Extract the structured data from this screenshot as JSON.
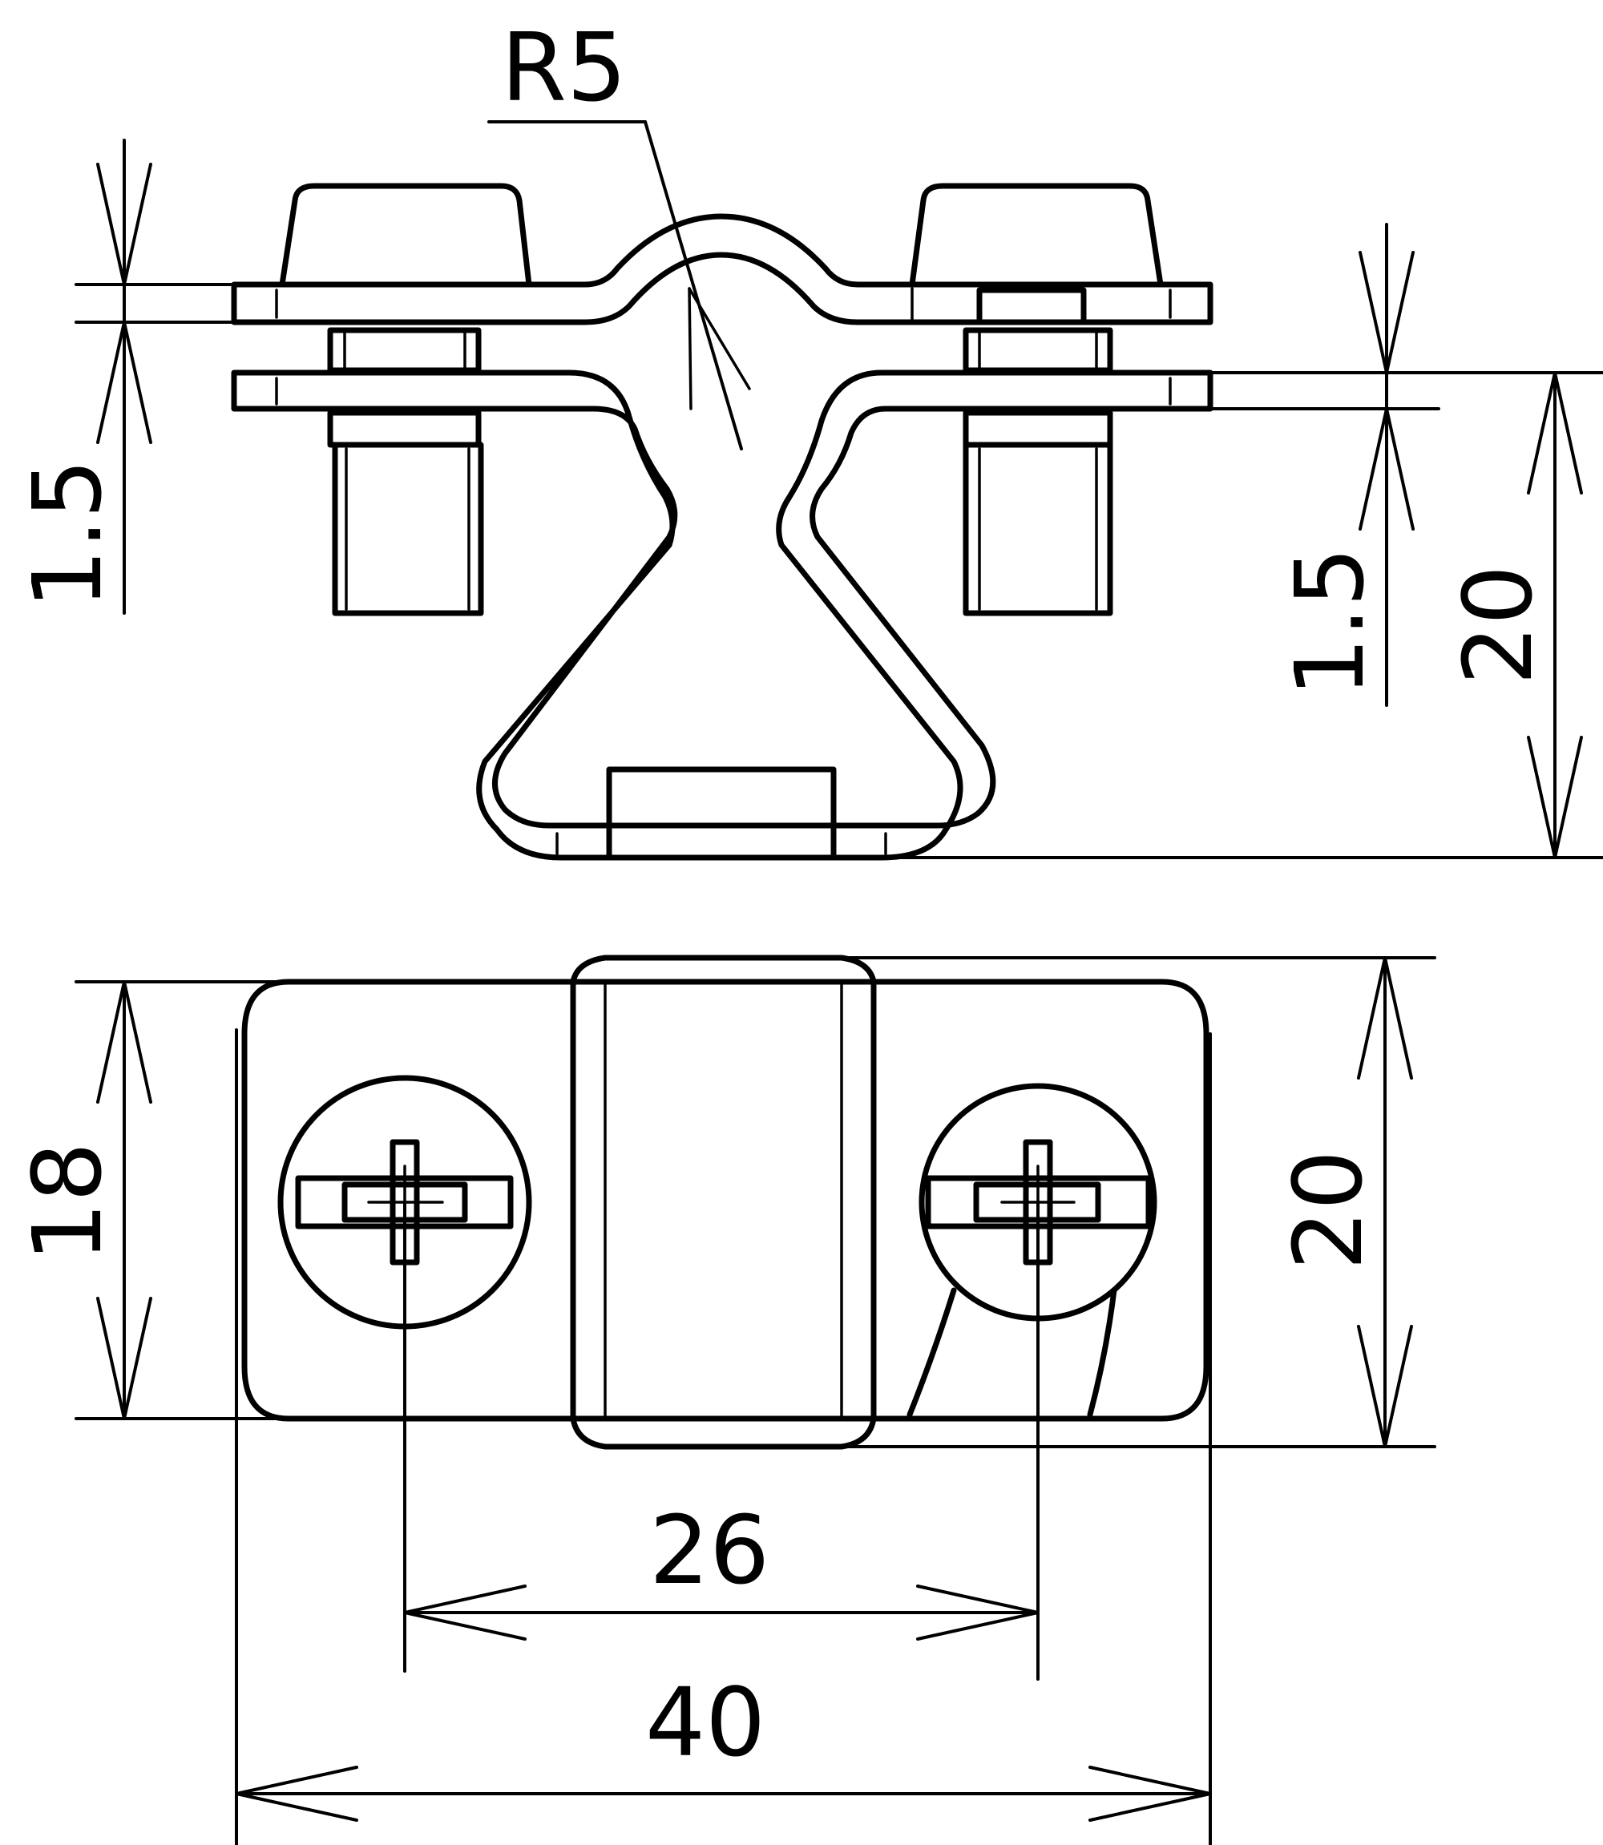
{
  "drawing": {
    "side_view": {
      "radius_label": "R5",
      "top_thickness_label": "1.5",
      "right_thickness_label": "1.5",
      "height_label": "20"
    },
    "top_view": {
      "depth_label": "18",
      "width_label": "20",
      "screw_spacing_label": "26",
      "overall_length_label": "40"
    },
    "colors": {
      "line": "#000000",
      "background": "#ffffff"
    }
  }
}
